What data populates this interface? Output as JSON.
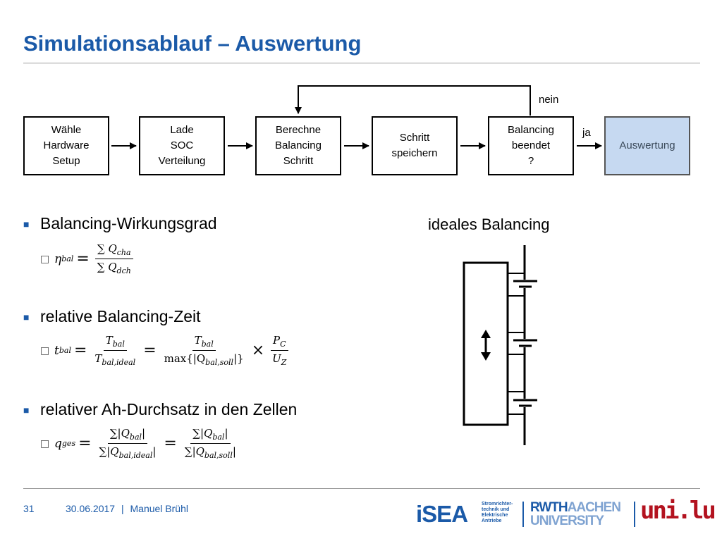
{
  "title": "Simulationsablauf – Auswertung",
  "flow": {
    "boxes": [
      {
        "lines": [
          "Wähle",
          "Hardware",
          "Setup"
        ]
      },
      {
        "lines": [
          "Lade",
          "SOC",
          "Verteilung"
        ]
      },
      {
        "lines": [
          "Berechne",
          "Balancing",
          "Schritt"
        ]
      },
      {
        "lines": [
          "Schritt",
          "speichern"
        ]
      },
      {
        "lines": [
          "Balancing",
          "beendet",
          "?"
        ]
      },
      {
        "lines": [
          "Auswertung"
        ]
      }
    ],
    "label_no": "nein",
    "label_yes": "ja"
  },
  "bullets": [
    {
      "text": "Balancing-Wirkungsgrad",
      "formula": {
        "lhs": "η",
        "lhs_sub": "bal",
        "frac1_num": "∑ Q",
        "frac1_num_sub": "cha",
        "frac1_den": "∑ Q",
        "frac1_den_sub": "dch"
      }
    },
    {
      "text": "relative Balancing-Zeit",
      "formula": {
        "lhs": "t",
        "lhs_sub": "bal",
        "frac1_num": "T",
        "frac1_num_sub": "bal",
        "frac1_den": "T",
        "frac1_den_sub": "bal,ideal",
        "frac2_num": "T",
        "frac2_num_sub": "bal",
        "frac2_den_pre": "max{|Q",
        "frac2_den_sub": "bal,soll",
        "frac2_den_post": "|}",
        "times": "×",
        "frac3_num": "P",
        "frac3_num_sub": "C",
        "frac3_den": "U",
        "frac3_den_sub": "Z"
      }
    },
    {
      "text": "relativer Ah-Durchsatz in den Zellen",
      "formula": {
        "lhs": "q",
        "lhs_sub": "ges",
        "frac1_num": "∑|Q",
        "frac1_num_sub": "bal",
        "frac1_num_post": "|",
        "frac1_den": "∑|Q",
        "frac1_den_sub": "bal,ideal",
        "frac1_den_post": "|",
        "frac2_num": "∑|Q",
        "frac2_num_sub": "bal",
        "frac2_num_post": "|",
        "frac2_den": "∑|Q",
        "frac2_den_sub": "bal,soll",
        "frac2_den_post": "|"
      }
    }
  ],
  "markers": {
    "bullet": "■",
    "sub": "□",
    "equals": "="
  },
  "ideal_label": "ideales Balancing",
  "footer": {
    "page": "31",
    "date": "30.06.2017",
    "divider": "|",
    "author": "Manuel Brühl",
    "isea": "iSEA",
    "isea_sub": [
      "Stromrichter-",
      "technik und",
      "Elektrische",
      "Antriebe"
    ],
    "rwth_a": "RWTH",
    "rwth_b": "AACHEN",
    "rwth_c": "UNIVERSITY",
    "unilu": "uni.lu"
  },
  "colors": {
    "accent": "#1b5aa8",
    "highlight_box": "#c6d9f1",
    "unilu_red": "#b3121f"
  }
}
